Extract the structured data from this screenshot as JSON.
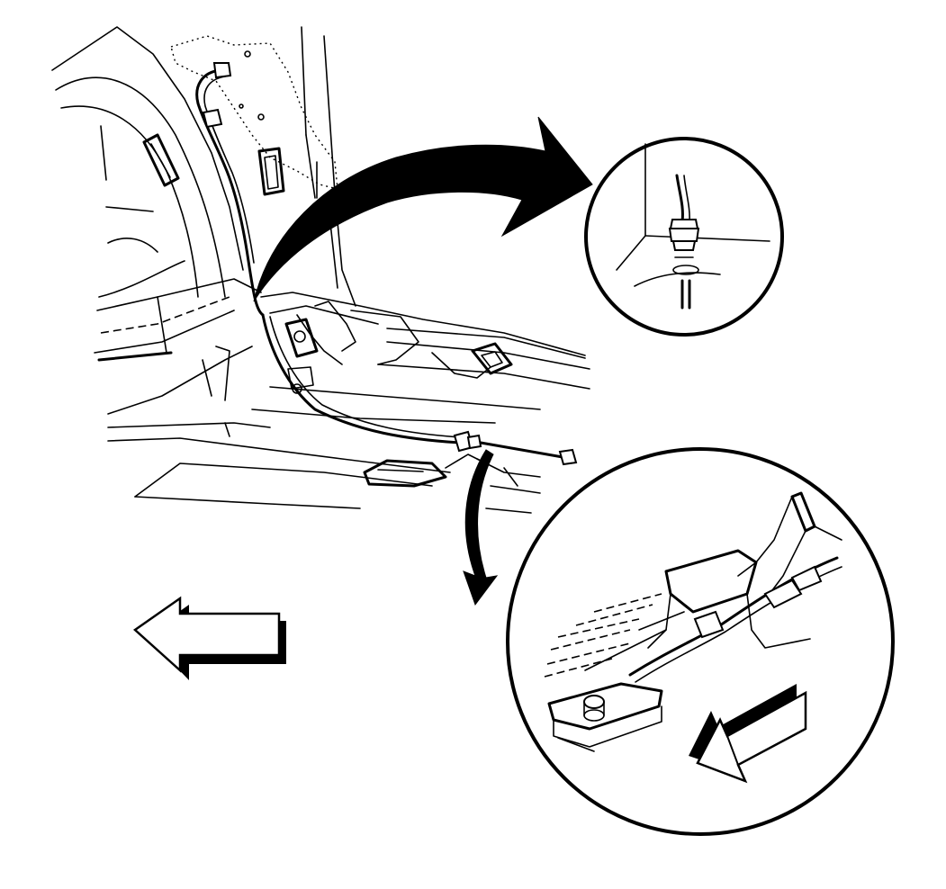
{
  "figure": {
    "kind": "service-illustration",
    "palette": {
      "ink": "#000000",
      "paper": "#ffffff"
    },
    "detail_views": [
      "grommet-detail-view",
      "underbody-routing-detail-view"
    ],
    "direction_arrows": [
      "front-direction-arrow-main",
      "front-direction-arrow-detail"
    ]
  }
}
